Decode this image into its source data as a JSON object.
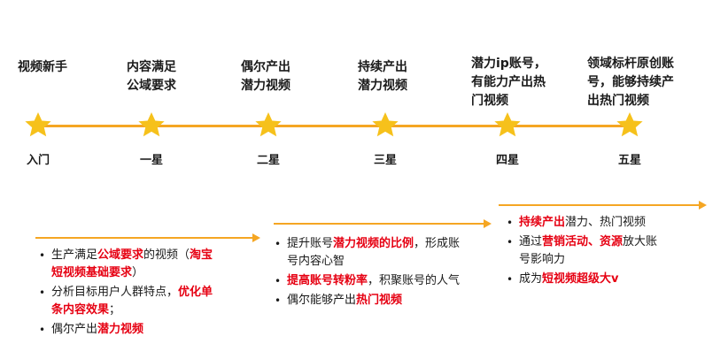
{
  "colors": {
    "line": "#f5a623",
    "star": "#f6c11b",
    "highlight": "#e60012"
  },
  "stages": [
    {
      "label": [
        "视频新手"
      ],
      "grade": "入门"
    },
    {
      "label": [
        "内容满足",
        "公域要求"
      ],
      "grade": "一星"
    },
    {
      "label": [
        "偶尔产出",
        "潜力视频"
      ],
      "grade": "二星"
    },
    {
      "label": [
        "持续产出",
        "潜力视频"
      ],
      "grade": "三星"
    },
    {
      "label": [
        "潜力ip账号，",
        "有能力产出热",
        "门视频"
      ],
      "grade": "四星"
    },
    {
      "label": [
        "领域标杆原创账",
        "号，能够持续产",
        "出热门视频"
      ],
      "grade": "五星"
    }
  ],
  "groups": [
    {
      "items": [
        {
          "lines": [
            [
              [
                "生产满足",
                0
              ],
              [
                "公域要求",
                1
              ],
              [
                "的视频（",
                0
              ],
              [
                "淘宝",
                1
              ]
            ],
            [
              [
                "短视频基础要求",
                1
              ],
              [
                "）",
                0
              ]
            ]
          ]
        },
        {
          "lines": [
            [
              [
                "分析目标用户人群特点，",
                0
              ],
              [
                "优化单",
                1
              ]
            ],
            [
              [
                "条内容效果",
                1
              ],
              [
                "；",
                0
              ]
            ]
          ]
        },
        {
          "lines": [
            [
              [
                "偶尔产出",
                0
              ],
              [
                "潜力视频",
                1
              ]
            ]
          ]
        }
      ]
    },
    {
      "items": [
        {
          "lines": [
            [
              [
                "提升账号",
                0
              ],
              [
                "潜力视频的比例",
                1
              ],
              [
                "，形成账",
                0
              ]
            ],
            [
              [
                "号内容心智",
                0
              ]
            ]
          ]
        },
        {
          "lines": [
            [
              [
                "提高账号转粉率",
                1
              ],
              [
                "，积聚账号的人气",
                0
              ]
            ]
          ]
        },
        {
          "lines": [
            [
              [
                "偶尔能够产出",
                0
              ],
              [
                "热门视频",
                1
              ]
            ]
          ]
        }
      ]
    },
    {
      "items": [
        {
          "lines": [
            [
              [
                "持续产出",
                1
              ],
              [
                "潜力、热门视频",
                0
              ]
            ]
          ]
        },
        {
          "lines": [
            [
              [
                "通过",
                0
              ],
              [
                "营销活动、资源",
                1
              ],
              [
                "放大账",
                0
              ]
            ],
            [
              [
                "号影响力",
                0
              ]
            ]
          ]
        },
        {
          "lines": [
            [
              [
                "成为",
                0
              ],
              [
                "短视频超级大v",
                1
              ]
            ]
          ]
        }
      ]
    }
  ]
}
